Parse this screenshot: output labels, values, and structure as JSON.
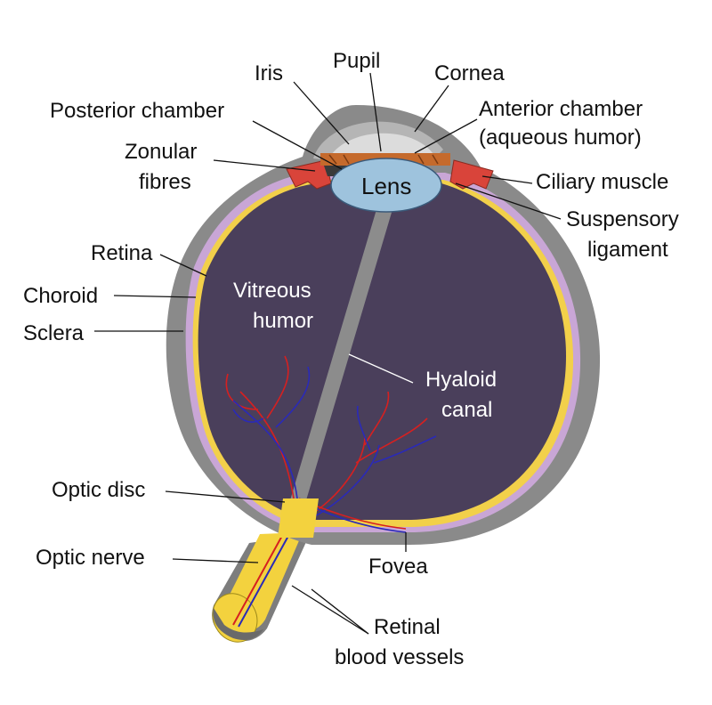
{
  "labels": {
    "iris": "Iris",
    "pupil": "Pupil",
    "cornea": "Cornea",
    "posterior_chamber": "Posterior chamber",
    "anterior_chamber_1": "Anterior chamber",
    "anterior_chamber_2": "(aqueous humor)",
    "zonular_fibres_1": "Zonular",
    "zonular_fibres_2": "fibres",
    "ciliary_muscle": "Ciliary muscle",
    "lens": "Lens",
    "suspensory_ligament_1": "Suspensory",
    "suspensory_ligament_2": "ligament",
    "retina": "Retina",
    "choroid": "Choroid",
    "sclera": "Sclera",
    "vitreous_humor_1": "Vitreous",
    "vitreous_humor_2": "humor",
    "hyaloid_canal_1": "Hyaloid",
    "hyaloid_canal_2": "canal",
    "optic_disc": "Optic disc",
    "optic_nerve": "Optic nerve",
    "fovea": "Fovea",
    "retinal_blood_vessels_1": "Retinal",
    "retinal_blood_vessels_2": "blood vessels"
  },
  "colors": {
    "sclera": "#8a8a8a",
    "choroid": "#c9a6d6",
    "retina": "#f2d04a",
    "vitreous": "#4a3f5b",
    "lens": "#9ec3dd",
    "cornea": "#d8d8d8",
    "iris": "#c56a2c",
    "ciliary": "#d9443a",
    "optic_nerve": "#f3d23e",
    "artery": "#d62020",
    "vein": "#2a2ab8"
  }
}
